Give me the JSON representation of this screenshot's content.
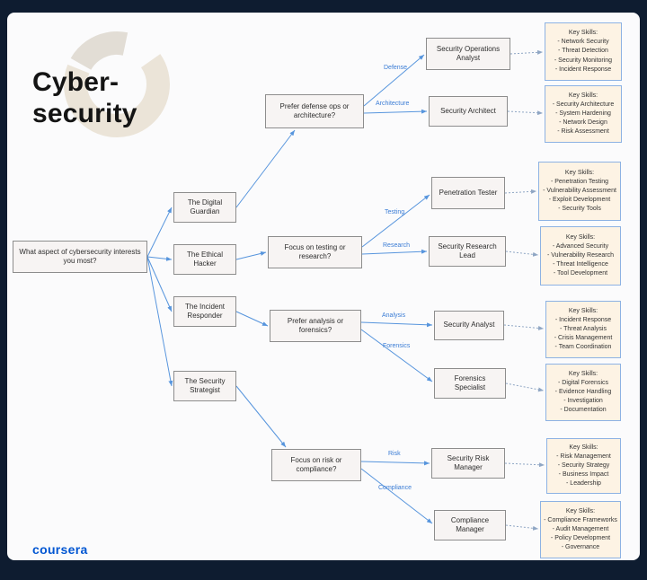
{
  "title": {
    "line1": "Cyber-",
    "line2": "security"
  },
  "footer": {
    "logo": "coursera"
  },
  "colors": {
    "frame": "#0e1c30",
    "canvas": "#fbfbfc",
    "arrow": "#5795dd",
    "dotted": "#8fa6c4",
    "skill_bg": "#fdf3e4",
    "skill_border": "#8db2e3",
    "logo_blue": "#0156d2"
  },
  "diagram": {
    "root": "What aspect of cybersecurity interests you most?",
    "personas": [
      "The Digital Guardian",
      "The Ethical Hacker",
      "The Incident Responder",
      "The Security Strategist"
    ],
    "questions": [
      "Prefer defense ops or architecture?",
      "Focus on testing or research?",
      "Prefer analysis or forensics?",
      "Focus on risk or compliance?"
    ],
    "edge_labels": [
      "Defense",
      "Architecture",
      "Testing",
      "Research",
      "Analysis",
      "Forensics",
      "Risk",
      "Compliance"
    ],
    "roles": [
      "Security Operations Analyst",
      "Security Architect",
      "Penetration Tester",
      "Security Research Lead",
      "Security Analyst",
      "Forensics Specialist",
      "Security Risk Manager",
      "Compliance Manager"
    ],
    "skills": [
      {
        "lines": [
          "Key Skills:",
          "- Network Security",
          "- Threat Detection",
          "- Security Monitoring",
          "- Incident Response"
        ]
      },
      {
        "lines": [
          "Key Skills:",
          "- Security Architecture",
          "- System Hardening",
          "- Network Design",
          "- Risk Assessment"
        ]
      },
      {
        "lines": [
          "Key Skills:",
          "- Penetration Testing",
          "- Vulnerability Assessment",
          "- Exploit Development",
          "- Security Tools"
        ]
      },
      {
        "lines": [
          "Key Skills:",
          "- Advanced Security",
          "- Vulnerability Research",
          "- Threat Intelligence",
          "- Tool Development"
        ]
      },
      {
        "lines": [
          "Key Skills:",
          "- Incident Response",
          "- Threat Analysis",
          "- Crisis Management",
          "- Team Coordination"
        ]
      },
      {
        "lines": [
          "Key Skills:",
          "- Digital Forensics",
          "- Evidence Handling",
          "- Investigation",
          "- Documentation"
        ]
      },
      {
        "lines": [
          "Key Skills:",
          "- Risk Management",
          "- Security Strategy",
          "- Business Impact",
          "- Leadership"
        ]
      },
      {
        "lines": [
          "Key Skills:",
          "- Compliance Frameworks",
          "- Audit Management",
          "- Policy Development",
          "- Governance"
        ]
      }
    ]
  }
}
